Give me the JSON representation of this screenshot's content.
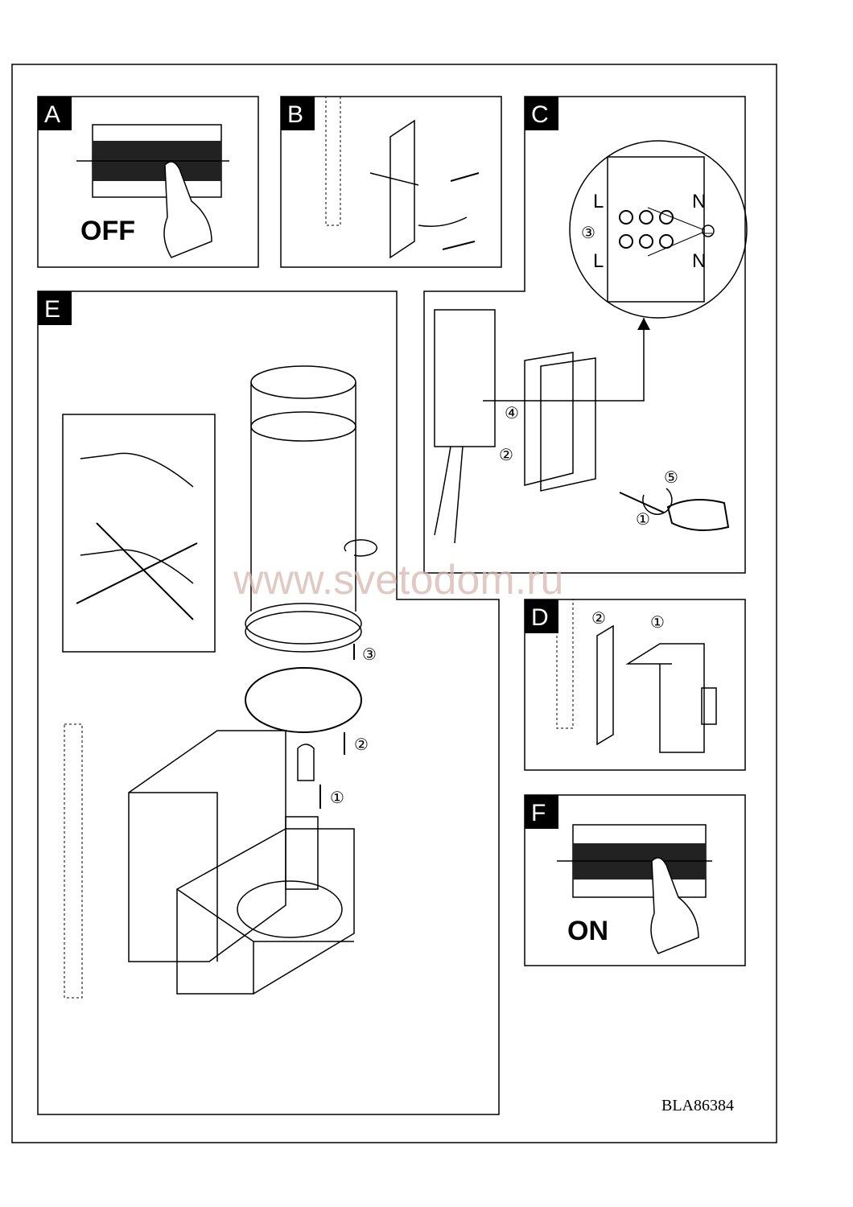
{
  "panels": {
    "a": {
      "label": "A",
      "text": "OFF"
    },
    "b": {
      "label": "B"
    },
    "c": {
      "label": "C",
      "terminals": [
        "L",
        "N",
        "L",
        "N"
      ],
      "steps": [
        "③",
        "④",
        "②",
        "⑤",
        "①"
      ]
    },
    "d": {
      "label": "D",
      "steps": [
        "②",
        "①"
      ]
    },
    "e": {
      "label": "E",
      "steps": [
        "③",
        "②",
        "①"
      ]
    },
    "f": {
      "label": "F",
      "text": "ON"
    }
  },
  "model_code": "BLA86384",
  "watermark": "www.svetodom.ru",
  "icons": [
    "circuit-breaker-icon",
    "hand-icon",
    "screw-icon",
    "bracket-icon",
    "junction-box-icon",
    "earth-ground-icon",
    "screwdriver-icon",
    "lamp-glass-icon",
    "halogen-bulb-icon",
    "rotate-arrow-icon",
    "no-touch-cross-icon"
  ]
}
